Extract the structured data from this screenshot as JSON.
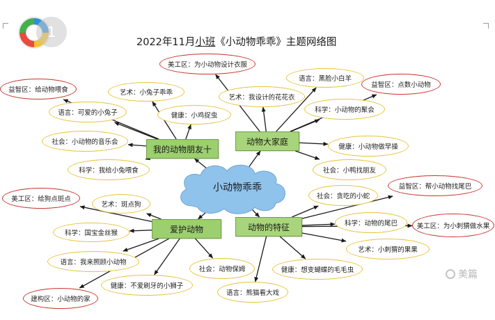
{
  "title": {
    "year": "2022",
    "year_suffix": "年",
    "month": "11",
    "month_suffix": "月",
    "class_name": "小班",
    "theme": "《小动物乖乖》",
    "suffix": "主题网络图"
  },
  "page_badge": "1",
  "watermark": "美篇",
  "center": {
    "label": "小动物乖乖",
    "color": "#8fc3ec"
  },
  "colors": {
    "hub": "#9ccf6e",
    "leaf_yellow": "#e8c23a",
    "leaf_red": "#c8332a",
    "arrow": "#1a1a1a"
  },
  "hubs": [
    {
      "id": "h1",
      "label": "我的动物朋友十"
    },
    {
      "id": "h2",
      "label": "动物大家庭"
    },
    {
      "id": "h3",
      "label": "爱护动物"
    },
    {
      "id": "h4",
      "label": "动物的特征"
    }
  ],
  "leaves": [
    {
      "id": "l1",
      "hub": "h1",
      "label": "益智区：给动物喂食",
      "tone": "red"
    },
    {
      "id": "l2",
      "hub": "h1",
      "label": "艺术：小兔子乖乖",
      "tone": "yellow"
    },
    {
      "id": "l3",
      "hub": "h1",
      "label": "语言：可爱的小兔子",
      "tone": "yellow"
    },
    {
      "id": "l4",
      "hub": "h1",
      "label": "健康：小鸡捉虫",
      "tone": "yellow"
    },
    {
      "id": "l5",
      "hub": "h1",
      "label": "社会：小动物的音乐会",
      "tone": "yellow"
    },
    {
      "id": "l6",
      "hub": "h1",
      "label": "科学：我给小兔喂食",
      "tone": "yellow"
    },
    {
      "id": "l7",
      "hub": "h2",
      "label": "美工区：为小动物设计衣服",
      "tone": "red"
    },
    {
      "id": "l8",
      "hub": "h2",
      "label": "语言：黑脸小白羊",
      "tone": "yellow"
    },
    {
      "id": "l9",
      "hub": "h2",
      "label": "艺术：我设计的花花衣",
      "tone": "yellow"
    },
    {
      "id": "l10",
      "hub": "h2",
      "label": "益智区：点数小动物",
      "tone": "red"
    },
    {
      "id": "l11",
      "hub": "h2",
      "label": "科学：小动物的聚会",
      "tone": "yellow"
    },
    {
      "id": "l12",
      "hub": "h2",
      "label": "健康：小动物做早操",
      "tone": "yellow"
    },
    {
      "id": "l13",
      "hub": "h2",
      "label": "社会：小鸭找朋友",
      "tone": "yellow"
    },
    {
      "id": "l14",
      "hub": "h3",
      "label": "美工区：给狗点斑点",
      "tone": "red"
    },
    {
      "id": "l15",
      "hub": "h3",
      "label": "艺术：斑点狗",
      "tone": "yellow"
    },
    {
      "id": "l16",
      "hub": "h3",
      "label": "科学：国宝金丝猴",
      "tone": "yellow"
    },
    {
      "id": "l17",
      "hub": "h3",
      "label": "语言：我来照顾小动物",
      "tone": "yellow"
    },
    {
      "id": "l18",
      "hub": "h3",
      "label": "社会：动物保姆",
      "tone": "yellow"
    },
    {
      "id": "l19",
      "hub": "h3",
      "label": "健康：不爱刷牙的小狮子",
      "tone": "yellow"
    },
    {
      "id": "l20",
      "hub": "h3",
      "label": "建构区：小动物的家",
      "tone": "red"
    },
    {
      "id": "l21",
      "hub": "h4",
      "label": "社会：贪吃的小蛇",
      "tone": "yellow"
    },
    {
      "id": "l22",
      "hub": "h4",
      "label": "益智区：帮小动物找尾巴",
      "tone": "red"
    },
    {
      "id": "l23",
      "hub": "h4",
      "label": "科学：动物的尾巴",
      "tone": "yellow"
    },
    {
      "id": "l24",
      "hub": "h4",
      "label": "美工区：为小刺猬做水果",
      "tone": "red"
    },
    {
      "id": "l25",
      "hub": "h4",
      "label": "艺术：小刺猬的果果",
      "tone": "yellow"
    },
    {
      "id": "l26",
      "hub": "h4",
      "label": "健康：想变蝴蝶的毛毛虫",
      "tone": "yellow"
    },
    {
      "id": "l27",
      "hub": "h4",
      "label": "语言：熊猫看大戏",
      "tone": "yellow"
    }
  ]
}
